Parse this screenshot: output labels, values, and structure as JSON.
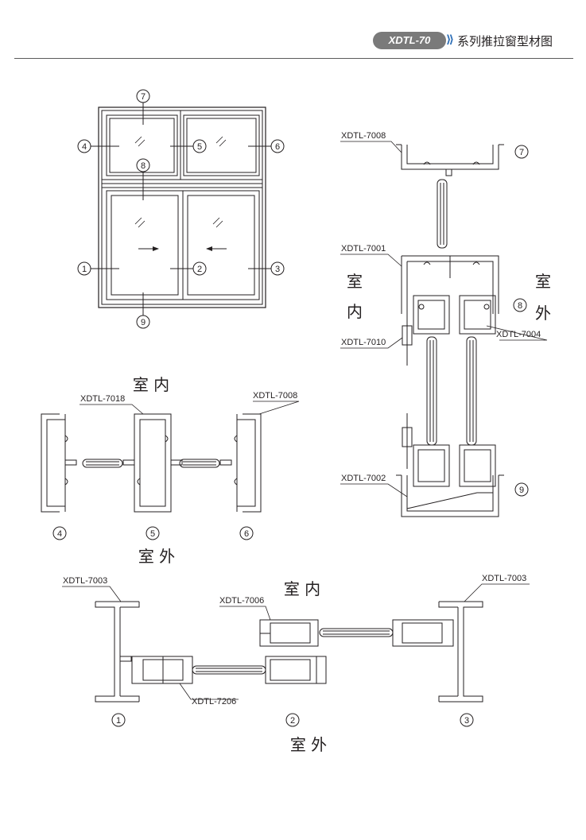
{
  "header": {
    "badge": "XDTL-70",
    "title": "系列推拉窗型材图"
  },
  "elevation": {
    "markers": [
      "1",
      "2",
      "3",
      "4",
      "5",
      "6",
      "7",
      "8",
      "9"
    ]
  },
  "section_vertical": {
    "labels": [
      "XDTL-7008",
      "XDTL-7001",
      "XDTL-7010",
      "XDTL-7004",
      "XDTL-7002"
    ],
    "markers": [
      "7",
      "8",
      "9"
    ],
    "indoor": [
      "室",
      "内"
    ],
    "outdoor": [
      "室",
      "外"
    ]
  },
  "section_mullion": {
    "labels": [
      "XDTL-7018",
      "XDTL-7008"
    ],
    "indoor": "室 内",
    "outdoor": "室 外",
    "markers": [
      "4",
      "5",
      "6"
    ]
  },
  "section_sliding": {
    "labels": [
      "XDTL-7003",
      "XDTL-7006",
      "XDTL-7003",
      "XDTL-7206"
    ],
    "indoor": "室 内",
    "outdoor": "室 外",
    "markers": [
      "1",
      "2",
      "3"
    ]
  }
}
